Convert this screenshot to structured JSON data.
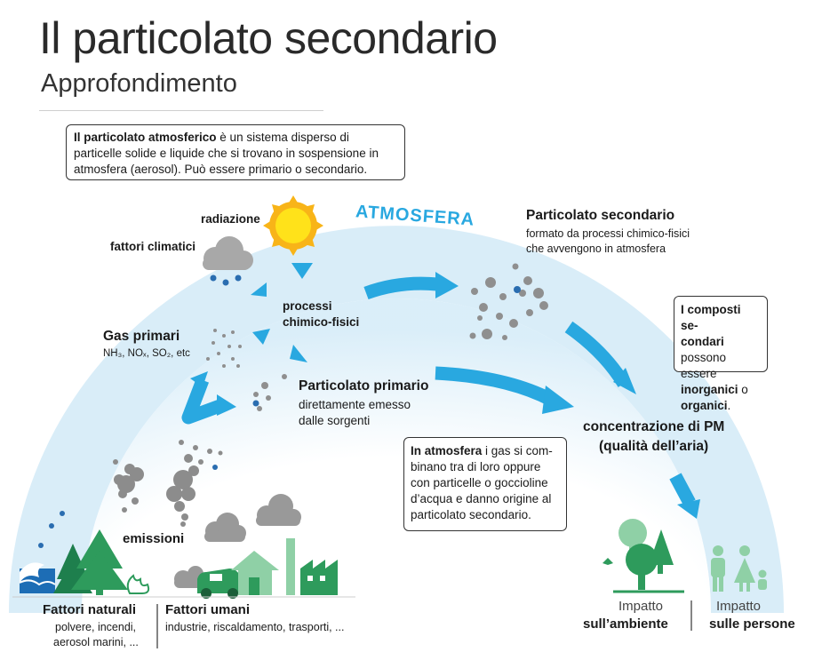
{
  "title": "Il particolato secondario",
  "subtitle": "Approfondimento",
  "definition": {
    "bold": "Il particolato atmosferico",
    "rest": " è un sistema disperso di particelle solide e liquide che si trovano in sospensione in atmosfera (aerosol). Può essere primario o secondario."
  },
  "atmosphere_label": "ATMOSFERA",
  "radiation": "radiazione",
  "climatic": "fattori climatici",
  "processes": {
    "line1": "processi",
    "line2": "chimico-fisici"
  },
  "primary_gas": {
    "title": "Gas primari",
    "formula": "NH₃, NOₓ, SO₂, etc"
  },
  "primary_pm": {
    "title": "Particolato primario",
    "line1": "direttamente emesso",
    "line2": "dalle sorgenti"
  },
  "secondary_pm": {
    "title": "Particolato secondario",
    "line1": "formato da processi chimico-fisici",
    "line2": "che avvengono in atmosfera"
  },
  "compounds": {
    "t1": "I composti se-",
    "t2": "condari",
    "t3": " possono essere ",
    "t4": "inorganici",
    "t5": " o ",
    "t6": "organici",
    "t7": "."
  },
  "concentration": {
    "line1": "concentrazione di PM",
    "line2": "(qualità dell’aria)"
  },
  "air_box": {
    "bold": "In atmosfera",
    "rest": " i gas si com-binano tra di loro oppure con particelle o goccioline d’acqua e danno origine al particolato secondario."
  },
  "emissions": "emissioni",
  "natural": {
    "title": "Fattori naturali",
    "line1": "polvere, incendi,",
    "line2": "aerosol marini, ..."
  },
  "human": {
    "title": "Fattori umani",
    "line1": "industrie, riscaldamento, trasporti, ..."
  },
  "impact_env": {
    "line1": "Impatto",
    "line2": "sull’ambiente"
  },
  "impact_people": {
    "line1": "Impatto",
    "line2": "sulle persone"
  },
  "colors": {
    "blue": "#29a8e0",
    "arc": "#d8edf8",
    "green": "#2e9b5c",
    "gray": "#8c8c8c"
  }
}
